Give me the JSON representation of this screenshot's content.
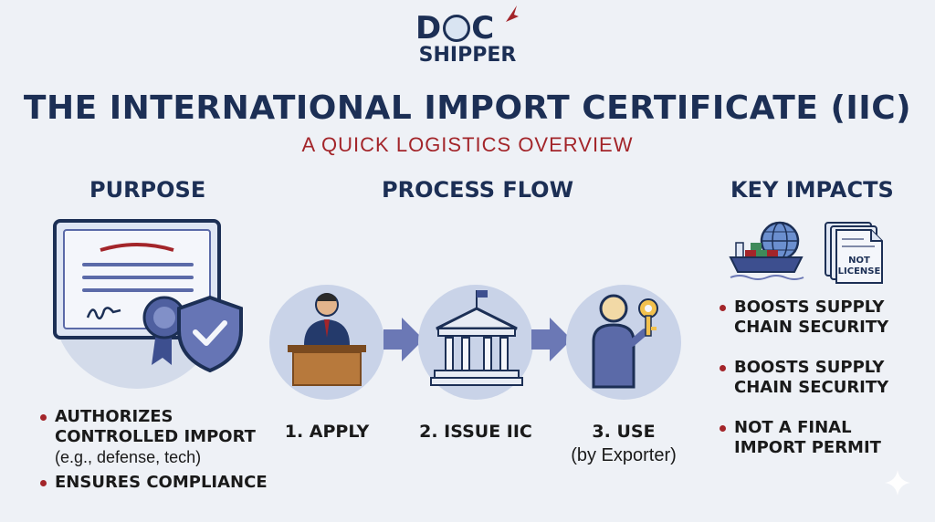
{
  "logo": {
    "top_left": "D",
    "top_right": "C",
    "bottom": "SHIPPER"
  },
  "title": "THE INTERNATIONAL IMPORT CERTIFICATE (IIC)",
  "subtitle": "A QUICK LOGISTICS OVERVIEW",
  "purpose": {
    "heading": "PURPOSE",
    "bullets": [
      {
        "line1": "AUTHORIZES",
        "line2": "CONTROLLED IMPORT",
        "note": "(e.g., defense, tech)"
      },
      {
        "line1": "ENSURES COMPLIANCE"
      }
    ]
  },
  "process": {
    "heading": "PROCESS FLOW",
    "steps": [
      {
        "label": "1. APPLY"
      },
      {
        "label": "2. ISSUE IIC"
      },
      {
        "label": "3. USE",
        "sub": "(by Exporter)"
      }
    ]
  },
  "impacts": {
    "heading": "KEY IMPACTS",
    "doc_line1": "NOT",
    "doc_line2": "LICENSE",
    "bullets": [
      {
        "line1": "BOOSTS SUPPLY",
        "line2": "CHAIN SECURITY"
      },
      {
        "line1": "BOOSTS SUPPLY",
        "line2": "CHAIN SECURITY"
      },
      {
        "line1": "NOT A FINAL",
        "line2": "IMPORT PERMIT"
      }
    ]
  },
  "colors": {
    "navy": "#1c2f55",
    "red": "#a3252a",
    "circle": "#c9d3e8",
    "arrow": "#6b78b5",
    "background": "#eef1f6"
  },
  "icons": [
    "certificate-icon",
    "shield-check-icon",
    "ribbon-seal-icon",
    "person-at-desk-icon",
    "government-building-icon",
    "person-with-key-icon",
    "cargo-ship-icon",
    "globe-icon",
    "document-stack-icon",
    "sparkle-icon"
  ]
}
